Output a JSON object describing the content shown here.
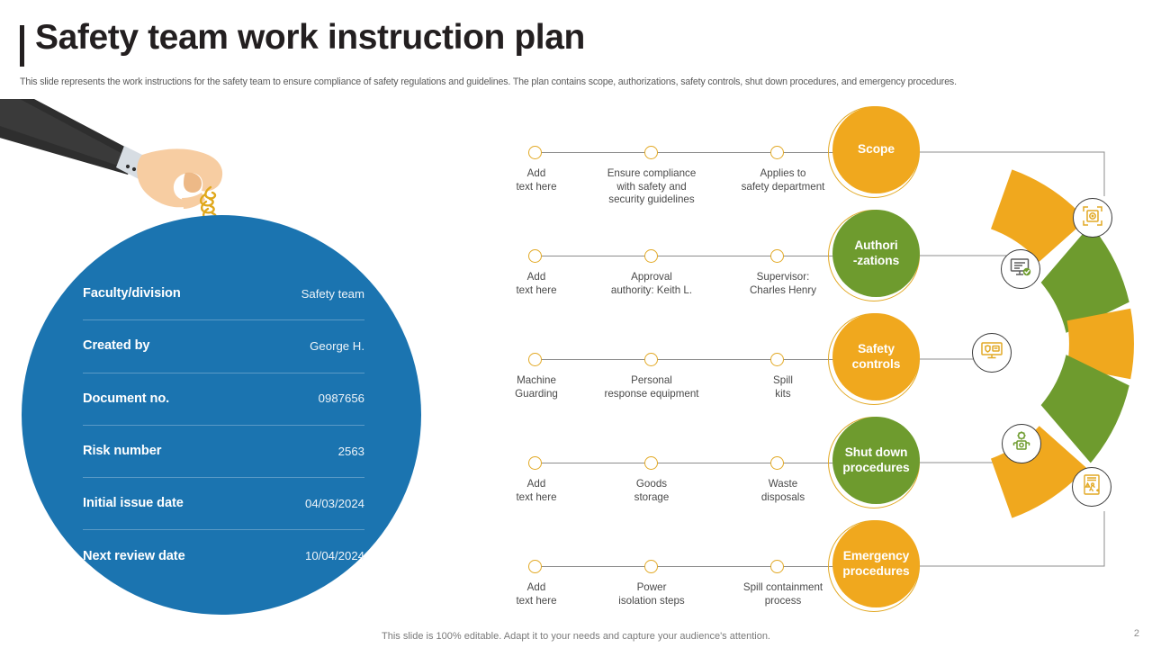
{
  "header": {
    "title": "Safety team work instruction plan",
    "subtitle": "This slide represents the work instructions for the safety team to  ensure compliance of safety regulations and guidelines. The plan contains scope, authorizations, safety controls, shut down procedures, and emergency procedures."
  },
  "colors": {
    "amber": "#f0a81e",
    "green": "#6e9b2e",
    "blue": "#1b74b0",
    "ring": "#e2a925",
    "text_dark": "#231f20",
    "line": "#8c8c8c"
  },
  "info_panel": {
    "rows": [
      {
        "label": "Faculty/division",
        "value": "Safety team"
      },
      {
        "label": "Created by",
        "value": "George H."
      },
      {
        "label": "Document no.",
        "value": "0987656"
      },
      {
        "label": "Risk number",
        "value": "2563"
      },
      {
        "label": "Initial issue date",
        "value": "04/03/2024"
      },
      {
        "label": "Next review date",
        "value": "10/04/2024"
      }
    ]
  },
  "timeline": {
    "rows": [
      {
        "stage": "Scope",
        "stage_color": "amber",
        "captions": [
          "Add\ntext here",
          "Ensure compliance\nwith safety and\nsecurity guidelines",
          "Applies to\nsafety department"
        ]
      },
      {
        "stage": "Authori\n-zations",
        "stage_color": "green",
        "captions": [
          "Add\ntext here",
          "Approval\nauthority: Keith L.",
          "Supervisor:\nCharles Henry"
        ]
      },
      {
        "stage": "Safety\ncontrols",
        "stage_color": "amber",
        "captions": [
          "Machine\nGuarding",
          "Personal\nresponse equipment",
          "Spill\nkits"
        ]
      },
      {
        "stage": "Shut down\nprocedures",
        "stage_color": "green",
        "captions": [
          "Add\ntext here",
          "Goods\nstorage",
          "Waste\ndisposals"
        ]
      },
      {
        "stage": "Emergency\nprocedures",
        "stage_color": "amber",
        "captions": [
          "Add\ntext here",
          "Power\nisolation steps",
          "Spill containment\nprocess"
        ]
      }
    ]
  },
  "donut": {
    "segments": [
      {
        "color": "amber",
        "icon": "target-focus-icon"
      },
      {
        "color": "green",
        "icon": "monitor-check-icon"
      },
      {
        "color": "amber",
        "icon": "monitor-shield-icon"
      },
      {
        "color": "green",
        "icon": "gear-worker-icon"
      },
      {
        "color": "amber",
        "icon": "emergency-exit-document-icon"
      }
    ]
  },
  "footer": {
    "note": "This slide is 100% editable. Adapt it to your needs and capture your audience's attention.",
    "page_number": "2"
  }
}
